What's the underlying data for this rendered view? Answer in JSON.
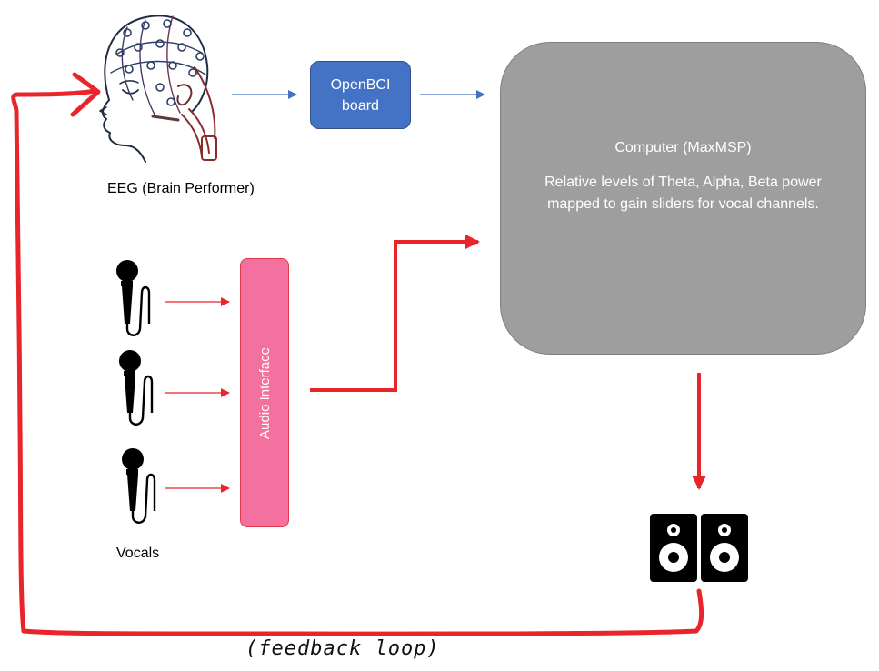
{
  "nodes": {
    "eeg": {
      "label": "EEG (Brain Performer)",
      "icon": "eeg-head-icon"
    },
    "openbci": {
      "label_line1": "OpenBCI",
      "label_line2": "board"
    },
    "computer": {
      "title": "Computer (MaxMSP)",
      "description": "Relative levels of Theta, Alpha, Beta power mapped to gain sliders for vocal channels."
    },
    "audio_interface": {
      "label": "Audio Interface"
    },
    "vocals": {
      "label": "Vocals",
      "icon": "microphone-icon",
      "count": 3
    },
    "speakers": {
      "icon": "speaker-icon",
      "count": 2
    }
  },
  "edges": [
    {
      "from": "eeg",
      "to": "openbci",
      "style": "thin-blue"
    },
    {
      "from": "openbci",
      "to": "computer",
      "style": "thin-blue"
    },
    {
      "from": "vocals",
      "to": "audio_interface",
      "style": "thin-red",
      "count": 3
    },
    {
      "from": "audio_interface",
      "to": "computer",
      "style": "thick-red"
    },
    {
      "from": "computer",
      "to": "speakers",
      "style": "thick-red"
    },
    {
      "from": "speakers",
      "to": "eeg",
      "style": "hand-drawn-red",
      "label": "(feedback loop)"
    }
  ],
  "colors": {
    "openbci_fill": "#4472c4",
    "computer_fill": "#9e9e9e",
    "audio_fill": "#f4709e",
    "arrow_blue": "#4472c4",
    "arrow_red": "#e8252b"
  }
}
